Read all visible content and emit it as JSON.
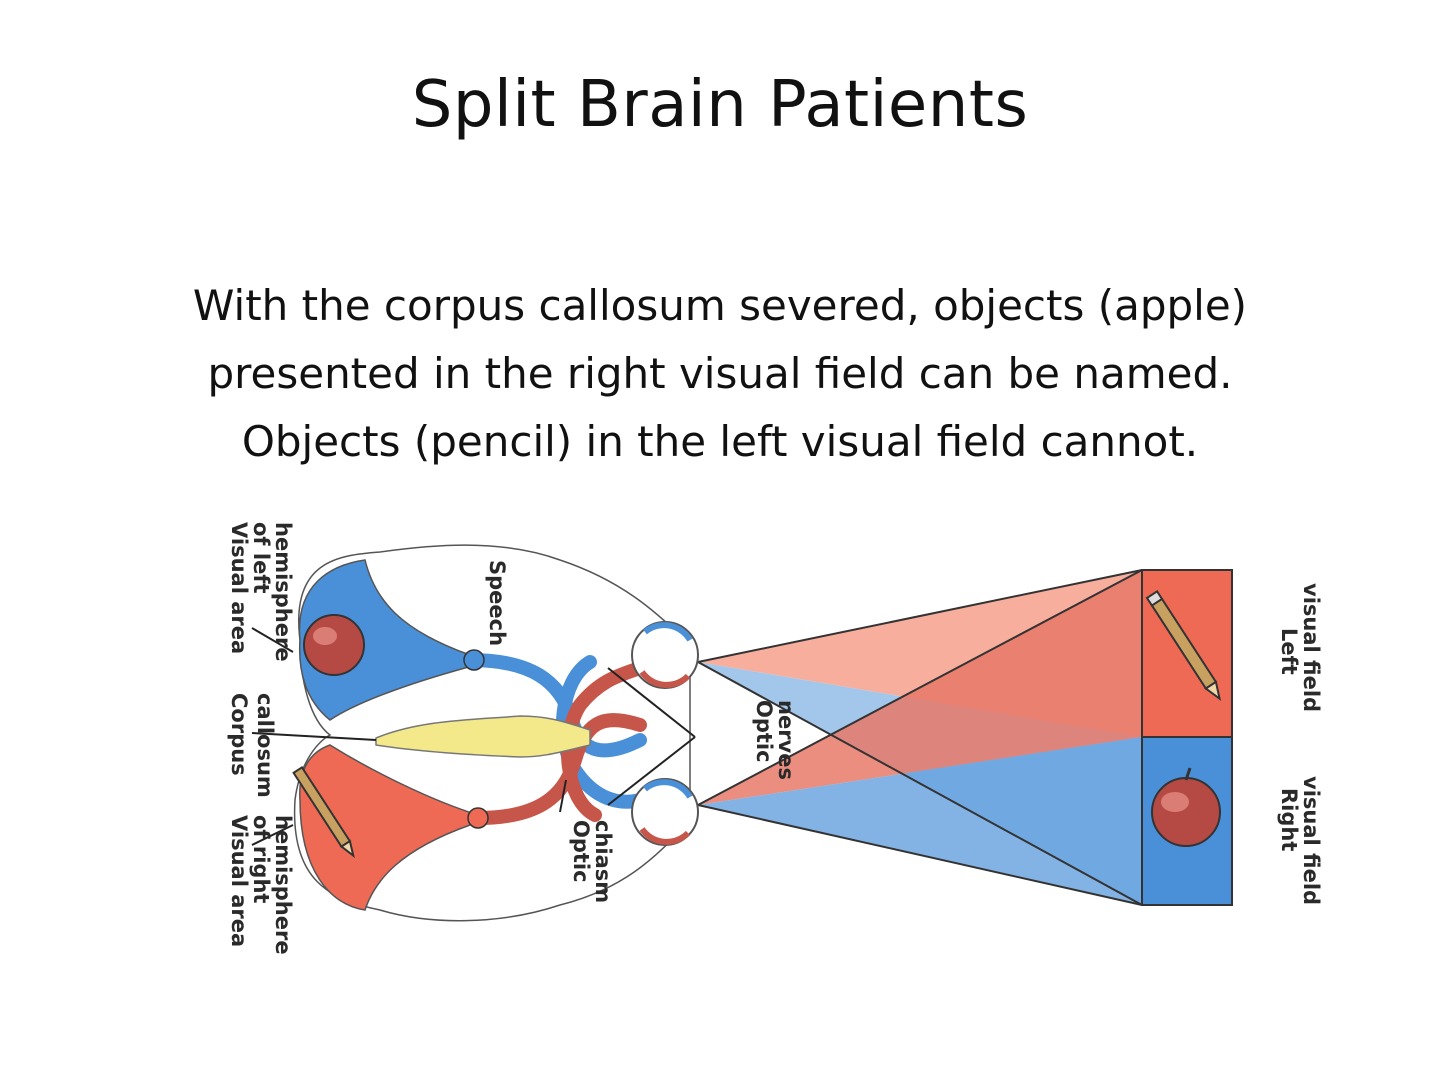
{
  "slide": {
    "title": "Split Brain Patients",
    "body_lines": [
      "With the corpus callosum severed, objects (apple)",
      "presented in the right visual field can be named.",
      "Objects (pencil) in the left visual field cannot."
    ]
  },
  "diagram": {
    "labels": {
      "visual_area_left": [
        "Visual area",
        "of left",
        "hemisphere"
      ],
      "corpus_callosum": [
        "Corpus",
        "callosum"
      ],
      "visual_area_right": [
        "Visual area",
        "of right",
        "hemisphere"
      ],
      "speech": [
        "Speech"
      ],
      "optic_nerves": [
        "Optic",
        "nerves"
      ],
      "optic_chiasm": [
        "Optic",
        "chiasm"
      ],
      "left_visual_field": [
        "Left",
        "visual field"
      ],
      "right_visual_field": [
        "Right",
        "visual field"
      ]
    },
    "colors": {
      "red": "#ef6a55",
      "light_red": "#f7a08d",
      "blue": "#4a90d9",
      "light_blue": "#93bde8",
      "yellow": "#f3e88a",
      "outline": "#555555"
    }
  }
}
